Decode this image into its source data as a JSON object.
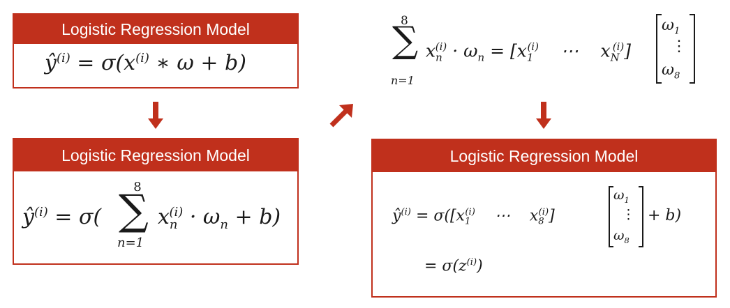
{
  "boxes": {
    "top_left": {
      "title": "Logistic Regression Model",
      "formula": "ŷ(i) = σ(x(i) ∗ ω + b)"
    },
    "bottom_left": {
      "title": "Logistic Regression Model",
      "formula": "ŷ(i) = σ(Σ n=1..8 xn(i) · ωn + b)"
    },
    "bottom_right": {
      "title": "Logistic Regression Model",
      "formula_line1": "ŷ(i) = σ([x1(i) ⋯ x8(i)] [ω1 ⋮ ω8] + b)",
      "formula_line2": "= σ(z(i))"
    }
  },
  "top_right_formula": "Σ n=1..8 xn(i) · ωn = [x1(i) ⋯ xN(i)] [ω1 ⋮ ω8]",
  "colors": {
    "accent": "#c0301c"
  },
  "icons": [
    "arrow-down-icon",
    "arrow-up-right-icon",
    "arrow-down-icon"
  ]
}
